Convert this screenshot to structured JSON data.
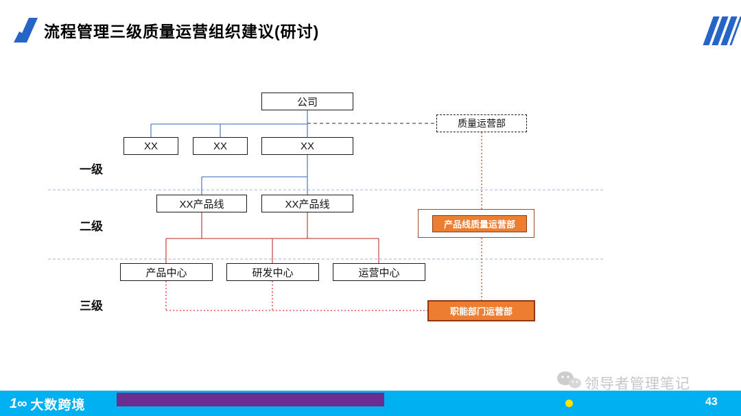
{
  "title": "流程管理三级质量运营组织建议(研讨)",
  "org_chart": {
    "company": "公司",
    "quality_ops_dept": "质量运营部",
    "level1_label": "一级",
    "level1_units": [
      "XX",
      "XX",
      "XX"
    ],
    "level2_label": "二级",
    "product_lines": [
      "XX产品线",
      "XX产品线"
    ],
    "product_line_quality_dept": "产品线质量运营部",
    "level3_label": "三级",
    "centers": [
      "产品中心",
      "研发中心",
      "运营中心"
    ],
    "functional_dept_ops": "职能部门运营部"
  },
  "footer": {
    "brand_icon": "1∞",
    "brand": "大数跨境",
    "watermark": "领导者管理笔记",
    "page_number": "43"
  },
  "colors": {
    "accent_blue": "#2565C8",
    "orange_fill": "#ED7D31",
    "orange_border": "#8B3A10",
    "footer_cyan": "#00B0F0",
    "footer_purple": "#6B2D90",
    "connector_blue": "#5B82C8",
    "connector_red": "#C0504D",
    "dotted_red": "#E23B2E",
    "separator_blue": "#9FB6D9"
  }
}
